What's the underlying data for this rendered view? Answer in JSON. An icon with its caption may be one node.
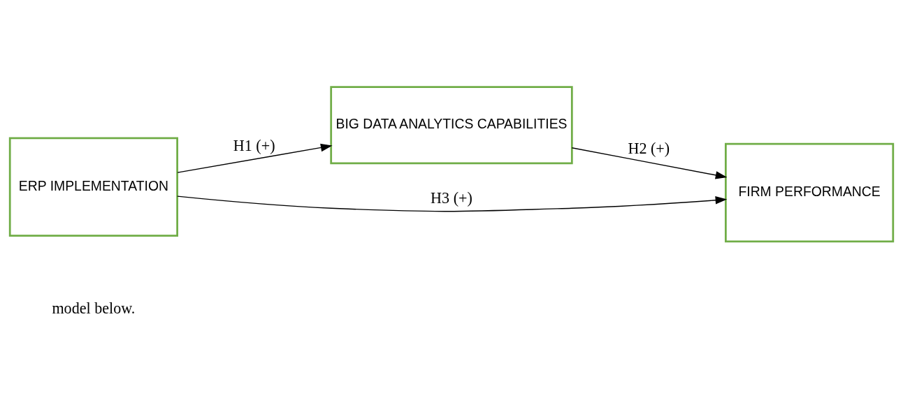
{
  "diagram": {
    "nodes": [
      {
        "text": [
          "BIG DATA ANALYTICS CAPABILITIES"
        ]
      },
      {
        "text": [
          "ERP IMPLEMENTATION"
        ]
      },
      {
        "text": [
          "FIRM PERFORMANCE"
        ]
      }
    ],
    "edges": [
      {
        "from": 1,
        "to": 0,
        "arrow": "to",
        "label": "H1 (+)"
      },
      {
        "from": 0,
        "to": 2,
        "arrow": "to",
        "label": "H2 (+)"
      },
      {
        "from": 1,
        "to": 2,
        "arrow": "to",
        "label": "H3 (+)"
      }
    ],
    "labels": [
      "model below."
    ]
  }
}
